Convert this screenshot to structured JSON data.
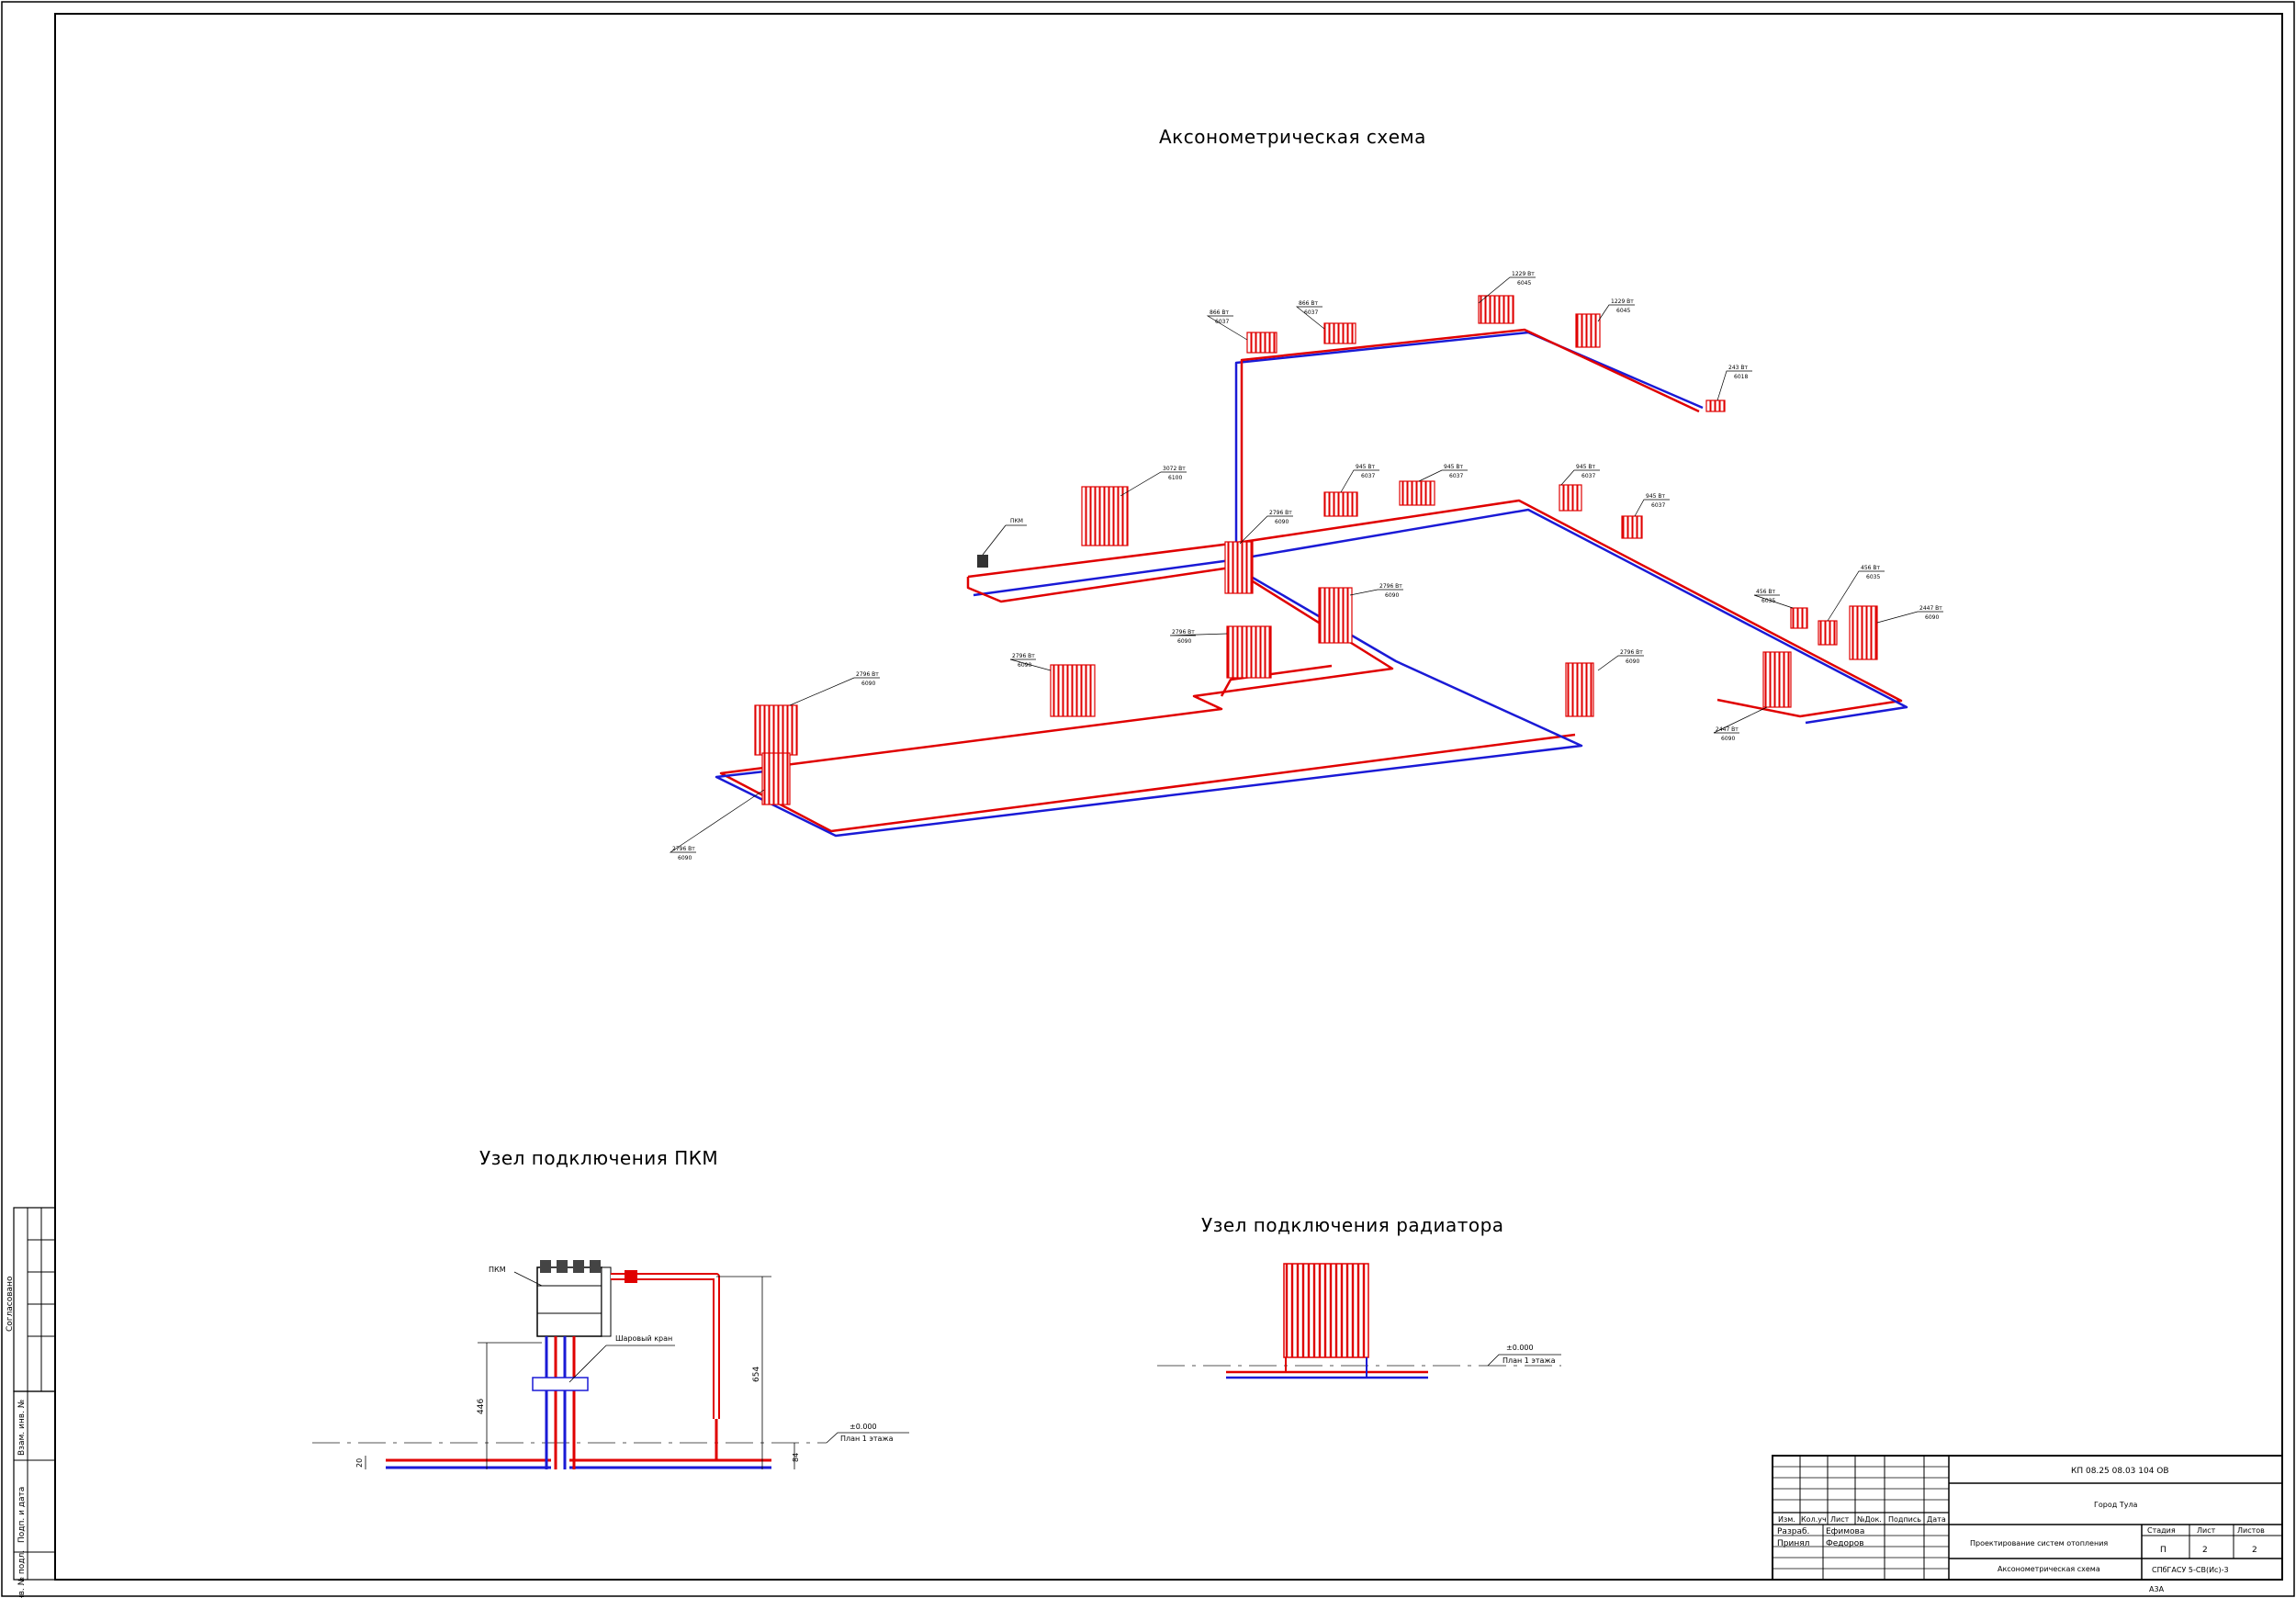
{
  "titles": {
    "axonometric": "Аксонометрическая схема",
    "pkm_node": "Узел подключения ПКМ",
    "radiator_node": "Узел подключения радиатора"
  },
  "radiators": [
    {
      "id": "r1",
      "power": "866 Вт",
      "model": "6037"
    },
    {
      "id": "r2",
      "power": "866 Вт",
      "model": "6037"
    },
    {
      "id": "r3",
      "power": "1229 Вт",
      "model": "6045"
    },
    {
      "id": "r4",
      "power": "1229 Вт",
      "model": "6045"
    },
    {
      "id": "r5",
      "power": "243 Вт",
      "model": "6018"
    },
    {
      "id": "r6",
      "power": "3072 Вт",
      "model": "6100"
    },
    {
      "id": "r7",
      "power": "945 Вт",
      "model": "6037"
    },
    {
      "id": "r8",
      "power": "945 Вт",
      "model": "6037"
    },
    {
      "id": "r9",
      "power": "945 Вт",
      "model": "6037"
    },
    {
      "id": "r10",
      "power": "945 Вт",
      "model": "6037"
    },
    {
      "id": "r11",
      "power": "2796 Вт",
      "model": "6090"
    },
    {
      "id": "r12",
      "power": "2796 Вт",
      "model": "6090"
    },
    {
      "id": "r13",
      "power": "2796 Вт",
      "model": "6090"
    },
    {
      "id": "r14",
      "power": "2796 Вт",
      "model": "6090"
    },
    {
      "id": "r15",
      "power": "2796 Вт",
      "model": "6090"
    },
    {
      "id": "r16",
      "power": "2796 Вт",
      "model": "6090"
    },
    {
      "id": "r17",
      "power": "2796 Вт",
      "model": "6090"
    },
    {
      "id": "r18",
      "power": "456 Вт",
      "model": "6035"
    },
    {
      "id": "r19",
      "power": "456 Вт",
      "model": "6035"
    },
    {
      "id": "r20",
      "power": "2447 Вт",
      "model": "6090"
    },
    {
      "id": "r21",
      "power": "2447 Вт",
      "model": "6090"
    }
  ],
  "labels": {
    "pkm": "ПКМ",
    "pkm_detail": "ПКМ",
    "ball_valve": "Шаровый кран",
    "dim_654": "654",
    "dim_446": "446",
    "dim_84": "84",
    "dim_20": "20",
    "level_pkm": "±0.000",
    "plan_pkm": "План 1 этажа",
    "level_rad": "±0.000",
    "plan_rad": "План 1 этажа"
  },
  "side_stamp": {
    "agreed": "Согласовано",
    "inv_replace": "Взам. инв. №",
    "sign_date": "Подп. и дата",
    "inv_orig": "Инв. № подл."
  },
  "title_block": {
    "code": "КП 08.25 08.03 104 ОВ",
    "city": "Город Тула",
    "headers": [
      "Изм.",
      "Кол.уч.",
      "Лист",
      "№Док.",
      "Подпись",
      "Дата"
    ],
    "developed_label": "Разраб.",
    "developed_name": "Ефимова",
    "checked_label": "Принял",
    "checked_name": "Федоров",
    "project": "Проектирование систем отопления",
    "sheet_name": "Аксонометрическая схема",
    "stage_label": "Стадия",
    "sheet_label": "Лист",
    "sheets_label": "Листов",
    "stage": "П",
    "sheet": "2",
    "sheets": "2",
    "org": "СПбГАСУ 5-СВ(Ис)-3",
    "format": "А3А"
  },
  "colors": {
    "supply": "#e00000",
    "return": "#1a1ad6",
    "radiator": "#e00000",
    "frame": "#000000"
  }
}
